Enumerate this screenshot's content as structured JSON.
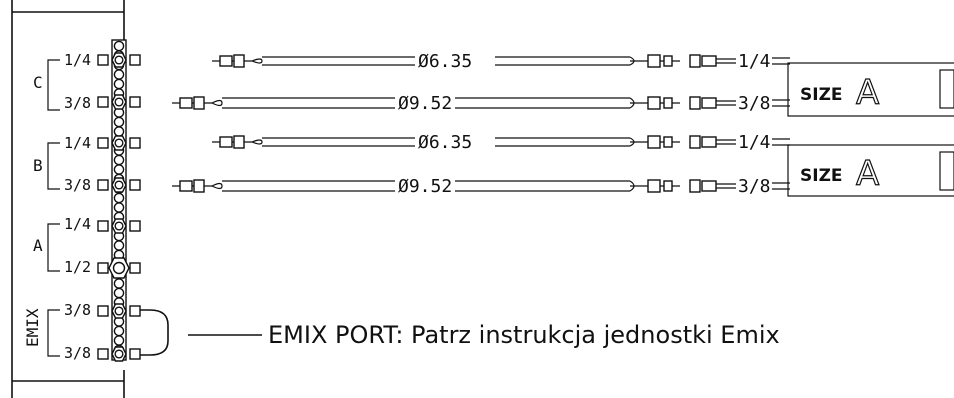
{
  "groups": [
    {
      "name": "C",
      "ports": [
        "1/4",
        "3/8"
      ]
    },
    {
      "name": "B",
      "ports": [
        "1/4",
        "3/8"
      ]
    },
    {
      "name": "A",
      "ports": [
        "1/4",
        "1/2"
      ]
    },
    {
      "name": "EMIX",
      "ports": [
        "3/8",
        "3/8"
      ]
    }
  ],
  "pipes": [
    {
      "diameter": "Ø6.35",
      "size": "1/4"
    },
    {
      "diameter": "Ø9.52",
      "size": "3/8"
    },
    {
      "diameter": "Ø6.35",
      "size": "1/4"
    },
    {
      "diameter": "Ø9.52",
      "size": "3/8"
    }
  ],
  "size_boxes": [
    {
      "label": "SIZE",
      "letter": "A"
    },
    {
      "label": "SIZE",
      "letter": "A"
    }
  ],
  "emix_note": "EMIX PORT: Patrz instrukcja jednostki Emix"
}
